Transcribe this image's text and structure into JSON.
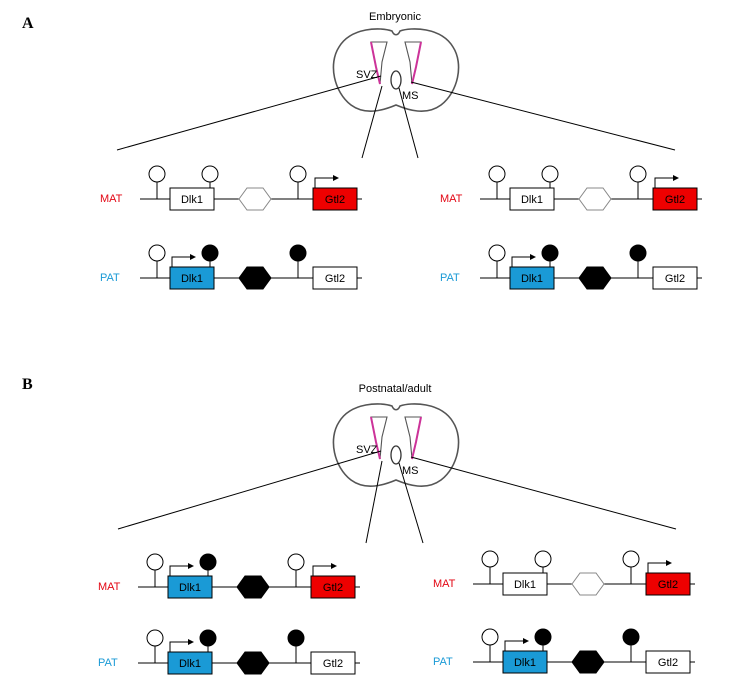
{
  "colors": {
    "expressed_mat": "#ee0000",
    "expressed_pat": "#1a9ad6",
    "svz_line": "#cc3399",
    "mat_label": "#e30613",
    "pat_label": "#1a9ad6",
    "methylated": "#000000",
    "unmethylated": "#ffffff"
  },
  "panels": [
    {
      "letter": "A",
      "stage": "Embryonic",
      "svz": "SVZ",
      "ms": "MS",
      "sides": [
        {
          "mat": {
            "label": "MAT",
            "dlk1": "Dlk1",
            "gtl2": "Gtl2",
            "meth": [
              false,
              false,
              false
            ],
            "ig": false,
            "expr_dlk1": false,
            "expr_gtl2": true
          },
          "pat": {
            "label": "PAT",
            "dlk1": "Dlk1",
            "gtl2": "Gtl2",
            "meth": [
              false,
              true,
              true
            ],
            "ig": true,
            "expr_dlk1": true,
            "expr_gtl2": false
          }
        },
        {
          "mat": {
            "label": "MAT",
            "dlk1": "Dlk1",
            "gtl2": "Gtl2",
            "meth": [
              false,
              false,
              false
            ],
            "ig": false,
            "expr_dlk1": false,
            "expr_gtl2": true
          },
          "pat": {
            "label": "PAT",
            "dlk1": "Dlk1",
            "gtl2": "Gtl2",
            "meth": [
              false,
              true,
              true
            ],
            "ig": true,
            "expr_dlk1": true,
            "expr_gtl2": false
          }
        }
      ]
    },
    {
      "letter": "B",
      "stage": "Postnatal/adult",
      "svz": "SVZ",
      "ms": "MS",
      "sides": [
        {
          "mat": {
            "label": "MAT",
            "dlk1": "Dlk1",
            "gtl2": "Gtl2",
            "meth": [
              false,
              true,
              false
            ],
            "ig": true,
            "expr_dlk1": true,
            "expr_gtl2": true
          },
          "pat": {
            "label": "PAT",
            "dlk1": "Dlk1",
            "gtl2": "Gtl2",
            "meth": [
              false,
              true,
              true
            ],
            "ig": true,
            "expr_dlk1": true,
            "expr_gtl2": false
          }
        },
        {
          "mat": {
            "label": "MAT",
            "dlk1": "Dlk1",
            "gtl2": "Gtl2",
            "meth": [
              false,
              false,
              false
            ],
            "ig": false,
            "expr_dlk1": false,
            "expr_gtl2": true
          },
          "pat": {
            "label": "PAT",
            "dlk1": "Dlk1",
            "gtl2": "Gtl2",
            "meth": [
              false,
              true,
              true
            ],
            "ig": true,
            "expr_dlk1": true,
            "expr_gtl2": false
          }
        }
      ]
    }
  ]
}
